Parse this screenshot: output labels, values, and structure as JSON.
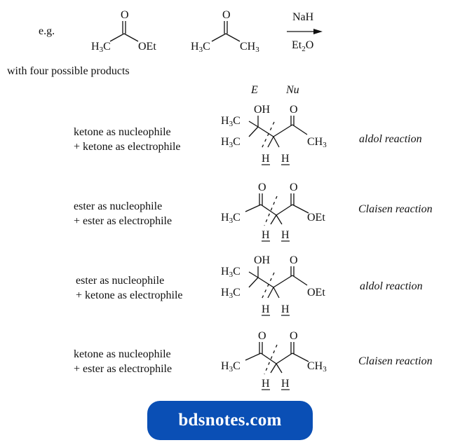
{
  "header": {
    "eg_label": "e.g.",
    "reactant1": {
      "name": "ethyl acetate",
      "carbonyl": "O",
      "left": "H3C",
      "right": "OEt"
    },
    "reactant2": {
      "name": "acetone",
      "carbonyl": "O",
      "left": "H3C",
      "right": "CH3"
    },
    "reagent_above": "NaH",
    "reagent_below": "Et2O"
  },
  "intro_text": "with four possible products",
  "column_labels": {
    "electrophile": "E",
    "nucleophile": "Nu"
  },
  "products": [
    {
      "line1": "ketone as nucleophile",
      "line2": "+ ketone as electrophile",
      "reaction": "aldol reaction",
      "structure": {
        "top_left": "OH",
        "top_right": "O",
        "left_upper": "H3C",
        "left_lower": "H3C",
        "right": "CH3",
        "h1": "H",
        "h2": "H"
      }
    },
    {
      "line1": "ester as nucleophile",
      "line2": "+ ester as electrophile",
      "reaction": "Claisen reaction",
      "structure": {
        "top_left": "O",
        "top_right": "O",
        "left": "H3C",
        "right": "OEt",
        "h1": "H",
        "h2": "H"
      }
    },
    {
      "line1": "ester as nucleophile",
      "line2": "+ ketone as electrophile",
      "reaction": "aldol reaction",
      "structure": {
        "top_left": "OH",
        "top_right": "O",
        "left_upper": "H3C",
        "left_lower": "H3C",
        "right": "OEt",
        "h1": "H",
        "h2": "H"
      }
    },
    {
      "line1": "ketone as nucleophile",
      "line2": "+ ester as electrophile",
      "reaction": "Claisen reaction",
      "structure": {
        "top_left": "O",
        "top_right": "O",
        "left": "H3C",
        "right": "CH3",
        "h1": "H",
        "h2": "H"
      }
    }
  ],
  "watermark": {
    "text": "bdsnotes.com",
    "bg_color": "#0a4fb5",
    "text_color": "#ffffff"
  }
}
